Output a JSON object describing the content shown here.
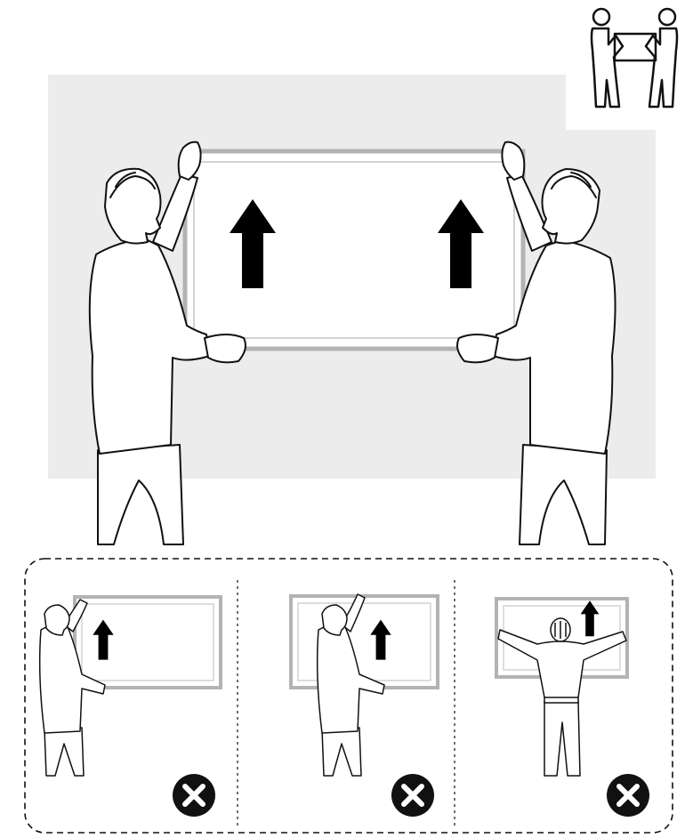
{
  "colors": {
    "background": "#ffffff",
    "wall": "#ececec",
    "frame": "#b3b3b3",
    "frame_inner": "#d2d2d2",
    "outline": "#111111",
    "arrow": "#000000",
    "error_mark": "#111111"
  },
  "icons": {
    "team_lift": "two-person-lift-icon",
    "direction": "up-arrow-icon",
    "incorrect": "x-circle-icon"
  },
  "panels": [
    {
      "method": "one-person-lift",
      "result": "incorrect"
    },
    {
      "method": "one-person-lift-corner",
      "result": "incorrect"
    },
    {
      "method": "one-person-centered-lift",
      "result": "incorrect"
    }
  ]
}
